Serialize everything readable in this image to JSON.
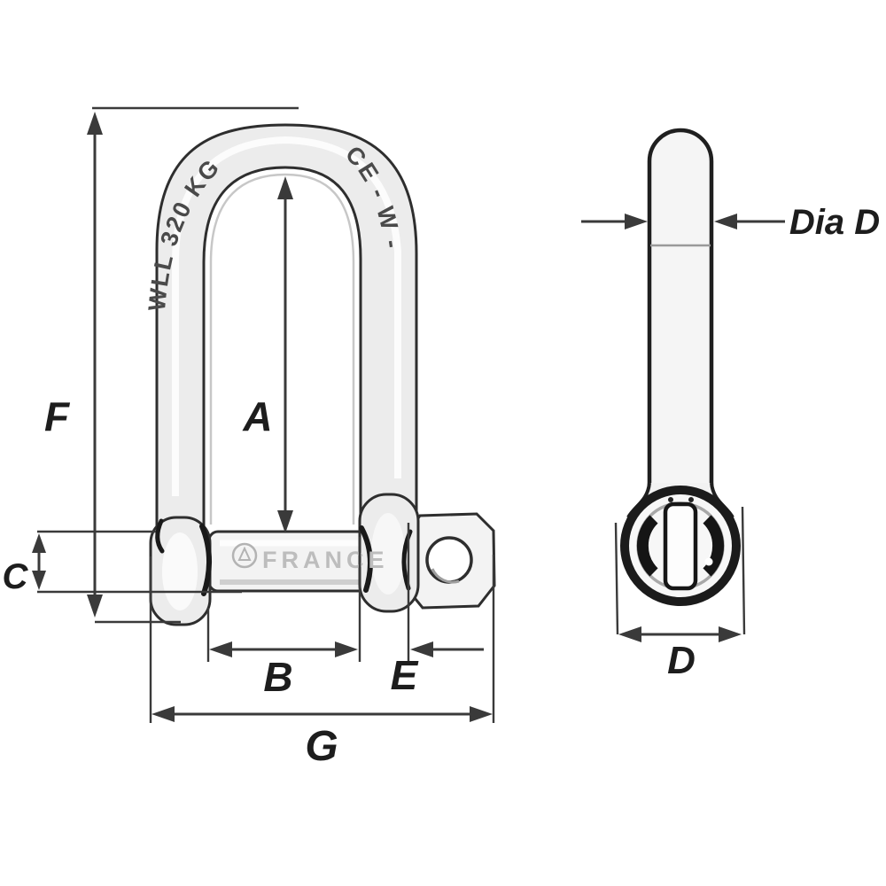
{
  "diagram": {
    "labels": {
      "f": "F",
      "a": "A",
      "c": "C",
      "b": "B",
      "e": "E",
      "g": "G",
      "d": "D",
      "dia_d": "Dia D"
    },
    "engravings": {
      "arch_left": "WLL 320 KG",
      "arch_right": "CE - W -",
      "pin": "FRANCE"
    },
    "colors": {
      "outline": "#2e2e2e",
      "dimension_line": "#3a3a3a",
      "metal_fill": "#ececec",
      "metal_highlight": "#ffffff",
      "metal_shadow": "#c7c7c7",
      "engraving_dark": "#4a4a4a",
      "engraving_light": "#bdbdbd",
      "background": "#ffffff"
    }
  }
}
